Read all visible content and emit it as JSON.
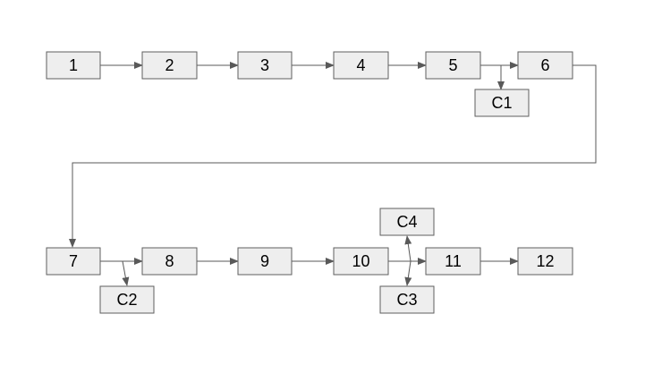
{
  "diagram": {
    "nodes": [
      {
        "id": "n1",
        "label": "1"
      },
      {
        "id": "n2",
        "label": "2"
      },
      {
        "id": "n3",
        "label": "3"
      },
      {
        "id": "n4",
        "label": "4"
      },
      {
        "id": "n5",
        "label": "5"
      },
      {
        "id": "n6",
        "label": "6"
      },
      {
        "id": "c1",
        "label": "C1"
      },
      {
        "id": "n7",
        "label": "7"
      },
      {
        "id": "n8",
        "label": "8"
      },
      {
        "id": "n9",
        "label": "9"
      },
      {
        "id": "n10",
        "label": "10"
      },
      {
        "id": "n11",
        "label": "11"
      },
      {
        "id": "n12",
        "label": "12"
      },
      {
        "id": "c2",
        "label": "C2"
      },
      {
        "id": "c3",
        "label": "C3"
      },
      {
        "id": "c4",
        "label": "C4"
      }
    ],
    "edges": [
      {
        "from": "1",
        "to": "2"
      },
      {
        "from": "2",
        "to": "3"
      },
      {
        "from": "3",
        "to": "4"
      },
      {
        "from": "4",
        "to": "5"
      },
      {
        "from": "5",
        "to": "6"
      },
      {
        "from": "5-6 link",
        "to": "C1"
      },
      {
        "from": "6",
        "to": "7"
      },
      {
        "from": "7",
        "to": "8"
      },
      {
        "from": "7-8 link",
        "to": "C2"
      },
      {
        "from": "8",
        "to": "9"
      },
      {
        "from": "9",
        "to": "10"
      },
      {
        "from": "10",
        "to": "11"
      },
      {
        "from": "10-11 link",
        "to": "C4"
      },
      {
        "from": "10-11 link",
        "to": "C3"
      },
      {
        "from": "11",
        "to": "12"
      }
    ],
    "colors": {
      "box_fill": "#eeeeee",
      "box_stroke": "#5f5f5f",
      "line": "#595959",
      "text": "#000000"
    }
  }
}
